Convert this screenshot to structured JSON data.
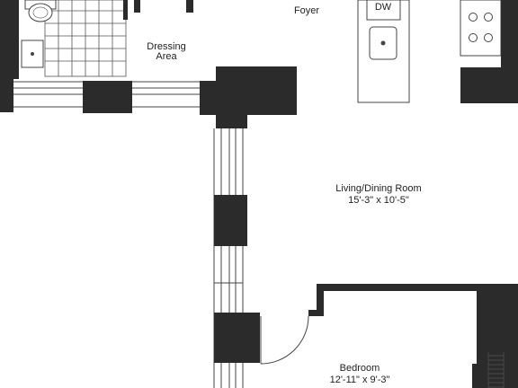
{
  "rooms": {
    "foyer": {
      "name": "Foyer"
    },
    "dressing": {
      "name_line1": "Dressing",
      "name_line2": "Area"
    },
    "living": {
      "name": "Living/Dining Room",
      "dimensions": "15'-3\" x 10'-5\""
    },
    "bedroom": {
      "name": "Bedroom",
      "dimensions": "12'-11\" x 9'-3\""
    }
  },
  "fixtures": {
    "dishwasher": {
      "label": "DW"
    }
  }
}
